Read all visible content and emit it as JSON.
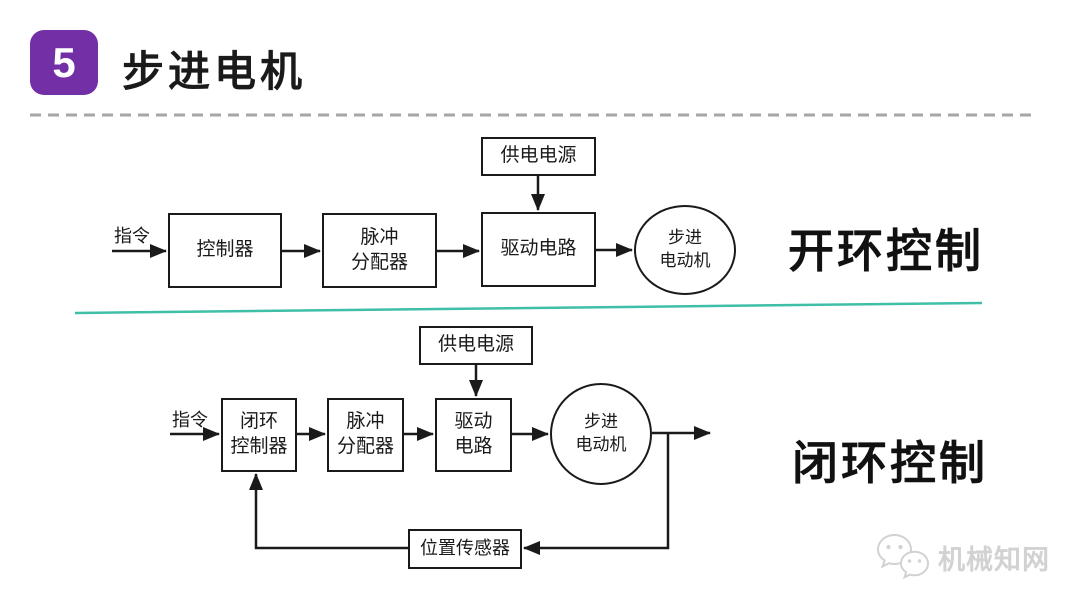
{
  "header": {
    "badge": "5",
    "title": "步进电机"
  },
  "open_loop": {
    "input": "指令",
    "controller": "控制器",
    "pulse1": "脉冲",
    "pulse2": "分配器",
    "drive": "驱动电路",
    "power": "供电电源",
    "motor1": "步进",
    "motor2": "电动机",
    "caption": "开环控制"
  },
  "closed_loop": {
    "input": "指令",
    "controller1": "闭环",
    "controller2": "控制器",
    "pulse1": "脉冲",
    "pulse2": "分配器",
    "drive1": "驱动",
    "drive2": "电路",
    "power": "供电电源",
    "sensor": "位置传感器",
    "motor1": "步进",
    "motor2": "电动机",
    "caption": "闭环控制"
  },
  "watermark": {
    "text": "机械知网"
  },
  "colors": {
    "accent": "#7330A6",
    "teal": "#3FBFA8",
    "line": "#1A1A1A",
    "dash": "#A6A6A6",
    "watermark": "#D2D2D2"
  }
}
